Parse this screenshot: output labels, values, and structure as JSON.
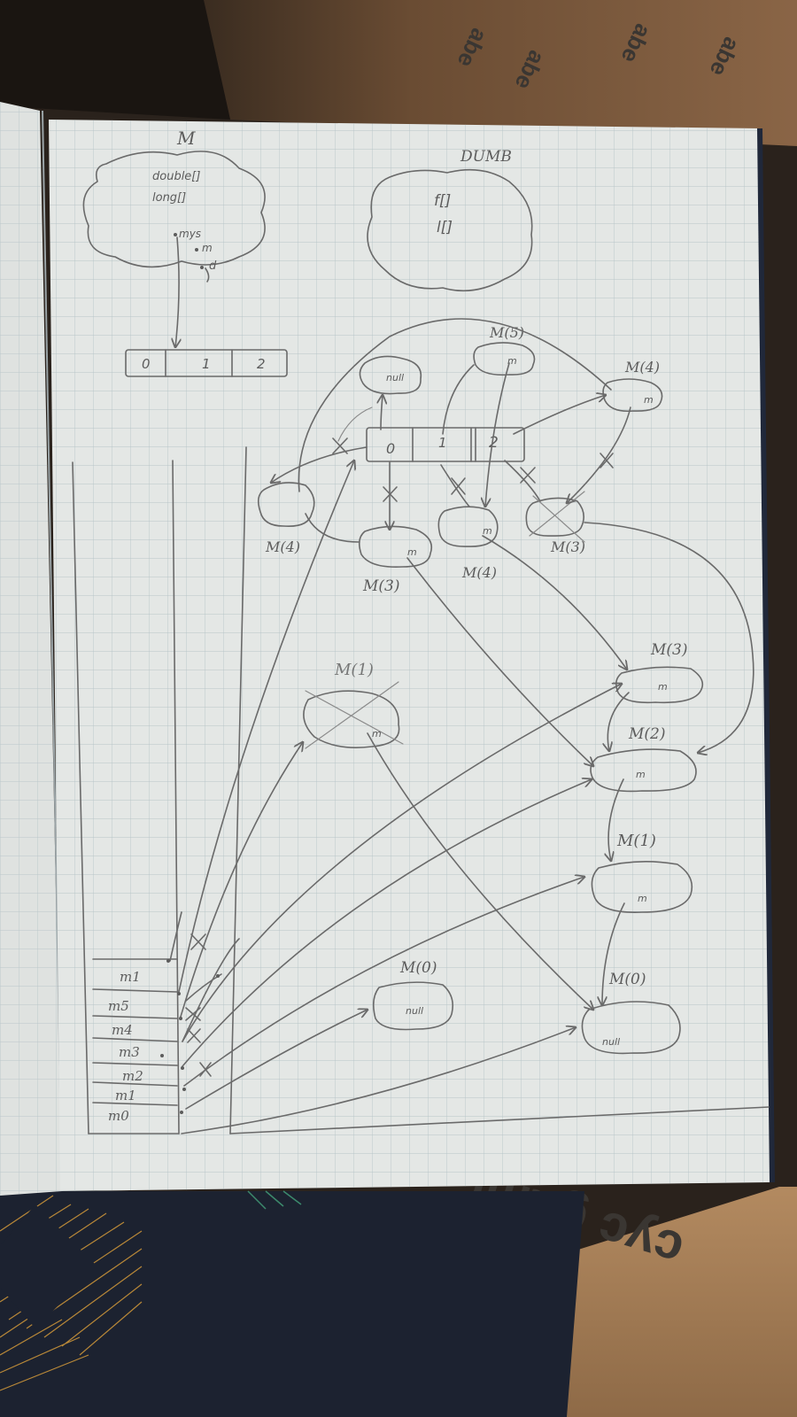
{
  "colors": {
    "table": "#2a221c",
    "cardboard_top": "#7a5a3e",
    "cardboard_bottom": "#a27a54",
    "paper": "#e4e7e5",
    "grid": "#b7c4c8",
    "pencil": "#6a6a6a",
    "book_cover": "#1c2230",
    "print_on_box": "#3a3632"
  },
  "heap_top_left": {
    "title": "M",
    "fields": [
      "double[]",
      "long[]"
    ],
    "refs": [
      "mys",
      "m",
      "d"
    ]
  },
  "heap_top_right": {
    "title": "DUMB",
    "fields": [
      "f[]",
      "l[]"
    ]
  },
  "array_top": {
    "cells": [
      "0",
      "1",
      "2"
    ]
  },
  "array_middle": {
    "cells": [
      "0",
      "1",
      "2"
    ]
  },
  "objects": {
    "null_top": "null",
    "m5": {
      "title": "M(5)",
      "field": "m"
    },
    "m4_right": {
      "title": "M(4)",
      "field": "m"
    },
    "m4_left": {
      "title": "M(4)"
    },
    "m3_mid": {
      "title": "M(3)",
      "field": "m"
    },
    "m4_mid": {
      "title": "M(4)",
      "field": "m"
    },
    "m3_right_crossed": {
      "title": "M(3)"
    },
    "m1_crossed": {
      "title": "M(1)",
      "field": "m"
    },
    "m3_chain": {
      "title": "M(3)",
      "field": "m"
    },
    "m2_chain": {
      "title": "M(2)",
      "field": "m"
    },
    "m1_chain": {
      "title": "M(1)",
      "field": "m"
    },
    "m0_chain": {
      "title": "M(0)",
      "field": "null"
    },
    "m0_mid": {
      "title": "M(0)",
      "field": "null"
    }
  },
  "stack": {
    "slots": [
      "m1",
      "m5",
      "m4",
      "m3",
      "m2",
      "m1",
      "m0"
    ]
  },
  "box_print": {
    "top_box": [
      "abe",
      "abe",
      "abe",
      "abe"
    ],
    "bottom_box": "cyc gami"
  }
}
